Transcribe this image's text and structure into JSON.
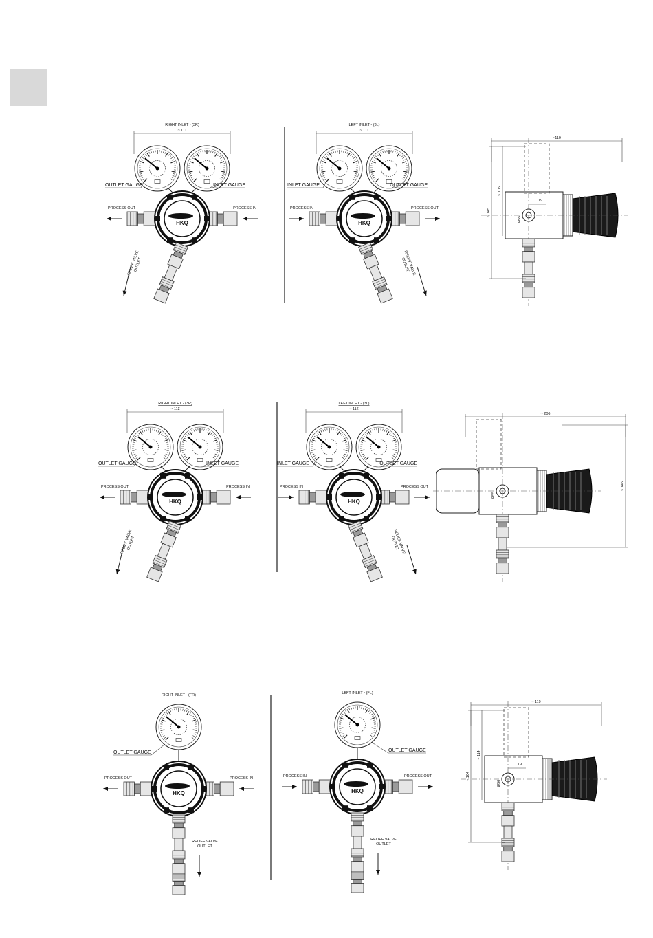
{
  "panels": [
    {
      "front_views": [
        {
          "title": "RIGHT INLET - (3R)",
          "width_dim": "~ 111",
          "left_gauge": "OUTLET GAUGE",
          "right_gauge": "INLET GAUGE",
          "left_port": "PROCESS OUT",
          "right_port": "PROCESS IN",
          "relief": "RELIEF VALVE\nOUTLET"
        },
        {
          "title": "LEFT INLET - (3L)",
          "width_dim": "~ 111",
          "left_gauge": "INLET GAUGE",
          "right_gauge": "OUTLET GAUGE",
          "left_port": "PROCESS IN",
          "right_port": "PROCESS OUT",
          "relief": "RELIEF VALVE\nOUTLET"
        }
      ],
      "side_view": {
        "width_dim": "~119",
        "height_total": "~ 145",
        "height_inner": "~ 106",
        "diameter": "Ø55",
        "offset": "19"
      }
    },
    {
      "front_views": [
        {
          "title": "RIGHT INLET - (3R)",
          "width_dim": "~ 112",
          "left_gauge": "OUTLET GAUGE",
          "right_gauge": "INLET GAUGE",
          "left_port": "PROCESS OUT",
          "right_port": "PROCESS IN",
          "relief": "RELIEF VALVE\nOUTLET"
        },
        {
          "title": "LEFT INLET - (3L)",
          "width_dim": "~ 112",
          "left_gauge": "INLET GAUGE",
          "right_gauge": "OUTLET GAUGE",
          "left_port": "PROCESS IN",
          "right_port": "PROCESS OUT",
          "relief": "RELIEF VALVE\nOUTLET"
        }
      ],
      "side_view": {
        "width_dim": "~ 206",
        "height_total": "~ 145",
        "diameter": "Ø55"
      }
    },
    {
      "front_views": [
        {
          "title": "RIGHT INLET - (FR)",
          "gauge": "OUTLET GAUGE",
          "left_port": "PROCESS OUT",
          "right_port": "PROCESS IN",
          "relief": "RELIEF VALVE\nOUTLET"
        },
        {
          "title": "LEFT INLET - (FL)",
          "gauge": "OUTLET GAUGE",
          "left_port": "PROCESS IN",
          "right_port": "PROCESS OUT",
          "relief": "RELIEF VALVE\nOUTLET"
        }
      ],
      "side_view": {
        "width_dim": "~ 119",
        "height_total": "~ 164",
        "height_inner": "~ 114",
        "diameter": "Ø56",
        "offset": "19"
      }
    }
  ],
  "brand": "HKQ"
}
